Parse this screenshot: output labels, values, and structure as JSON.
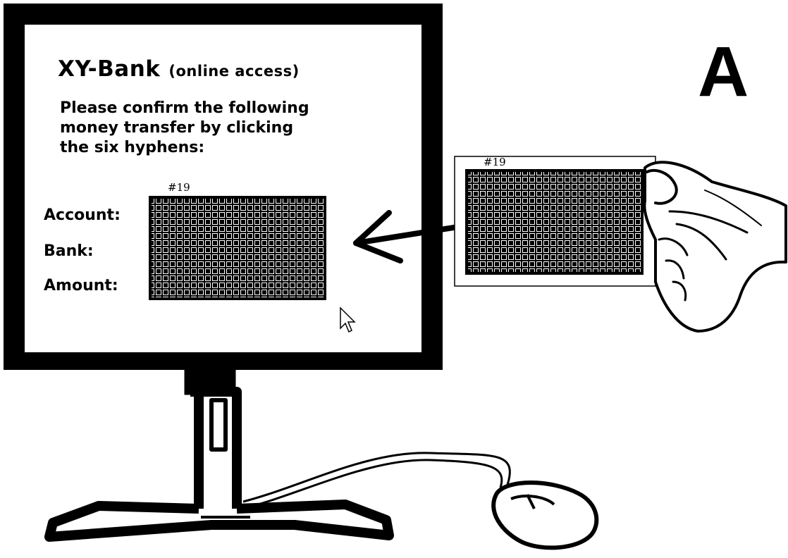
{
  "screen": {
    "bank_name": "XY-Bank",
    "bank_subtitle": "(online access)",
    "instruction_lines": [
      "Please confirm the following",
      "money transfer by clicking",
      "the six hyphens:"
    ],
    "fields": [
      "Account:",
      "Bank:",
      "Amount:"
    ],
    "grid_id": "#19"
  },
  "card": {
    "grid_id": "#19"
  },
  "panel_label": "A",
  "colors": {
    "ink": "#000000",
    "paper": "#ffffff",
    "grid_line": "#ffffff"
  },
  "icons": [
    "monitor",
    "arrow-left-icon",
    "cursor-icon",
    "hand-icon",
    "mouse-icon"
  ]
}
